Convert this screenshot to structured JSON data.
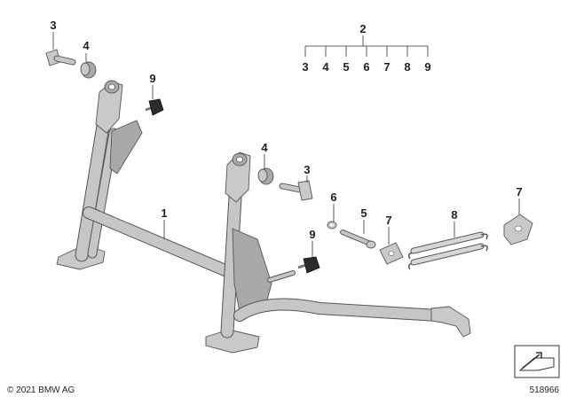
{
  "diagram": {
    "callouts": {
      "c1": "1",
      "c2": "2",
      "c3a": "3",
      "c3b": "3",
      "c4a": "4",
      "c4b": "4",
      "c5": "5",
      "c6": "6",
      "c7a": "7",
      "c7b": "7",
      "c8": "8",
      "c9a": "9",
      "c9b": "9"
    },
    "kit_items": [
      "3",
      "4",
      "5",
      "6",
      "7",
      "8",
      "9"
    ]
  },
  "footer": {
    "copyright": "© 2021 BMW AG",
    "diagram_number": "518966"
  }
}
